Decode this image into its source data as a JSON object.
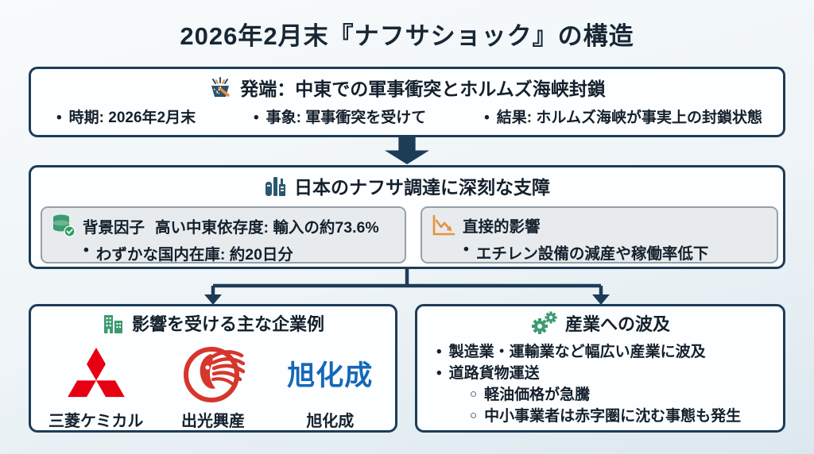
{
  "title": "2026年2月末『ナフサショック』の構造",
  "glyphs": {
    "bullet": "•",
    "circle": "○"
  },
  "colors": {
    "box_border": "#1d3c58",
    "arrow": "#1d3c58",
    "panel_bg": "#e7ebed",
    "panel_border": "#96a1a9",
    "green_icon": "#3d9b70",
    "orange_icon": "#e6913c",
    "mitsubishi_red": "#e60012",
    "idemitsu_red": "#d6362b",
    "asahi_blue": "#1568b8",
    "background": "#eef4f7"
  },
  "trigger_box": {
    "icon": "explosion-icon",
    "heading": "発端：中東での軍事衝突とホルムズ海峡封鎖",
    "items": [
      "時期: 2026年2月末",
      "事象: 軍事衝突を受けて",
      "結果: ホルムズ海峡が事実上の封鎖状態"
    ]
  },
  "supply_box": {
    "icon": "refinery-icon",
    "heading": "日本のナフサ調達に深刻な支障",
    "left_panel": {
      "icon": "database-check-icon",
      "heading": "背景因子",
      "inline_item": "高い中東依存度: 輸入の約73.6%",
      "bullet_item": "わずかな国内在庫: 約20日分"
    },
    "right_panel": {
      "icon": "chart-decline-icon",
      "heading": "直接的影響",
      "bullet_item": "エチレン設備の減産や稼働率低下"
    }
  },
  "companies_box": {
    "icon": "buildings-icon",
    "heading": "影響を受ける主な企業例",
    "companies": [
      {
        "name": "三菱ケミカル",
        "logo": "mitsubishi-logo"
      },
      {
        "name": "出光興産",
        "logo": "idemitsu-logo"
      },
      {
        "name": "旭化成",
        "logo": "asahi-kasei-logo",
        "logo_text": "旭化成"
      }
    ]
  },
  "industry_box": {
    "icon": "gears-icon",
    "heading": "産業への波及",
    "items": [
      {
        "level": 1,
        "text": "製造業・運輸業など幅広い産業に波及"
      },
      {
        "level": 1,
        "text": "道路貨物運送"
      },
      {
        "level": 2,
        "text": "軽油価格が急騰"
      },
      {
        "level": 2,
        "text": "中小事業者は赤字圏に沈む事態も発生"
      }
    ]
  }
}
